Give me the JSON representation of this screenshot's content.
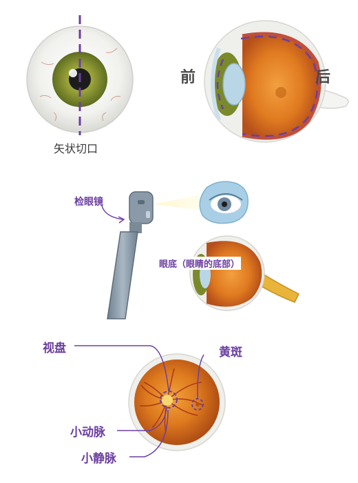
{
  "labels": {
    "sagittal_cut": "矢状切口",
    "front": "前",
    "back": "后",
    "ophthalmoscope": "检眼镜",
    "fundus": "眼底（眼睛的底部）",
    "optic_disc": "视盘",
    "macula": "黄斑",
    "arterioles": "小动脉",
    "venules": "小静脉"
  },
  "colors": {
    "accent_purple": "#6b3fa0",
    "iris_green": "#7a8a2a",
    "retina_orange": "#d9771e",
    "device_gray": "#8a9aa8"
  }
}
